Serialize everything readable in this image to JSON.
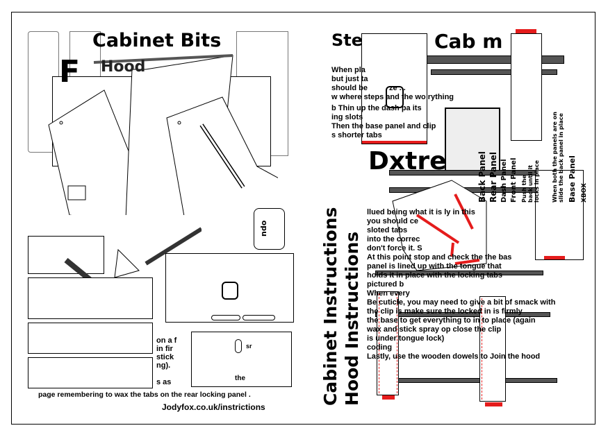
{
  "left_page": {
    "title": "Cabinet Bits",
    "subtitle_overlap": "Hood",
    "heading_letter": "F",
    "logo_text": "ndo",
    "fragments": [
      "on a f",
      "in fir",
      "stick",
      "ng).",
      "s as",
      "sr",
      "the"
    ],
    "bottom_line": "page remembering to wax the tabs on the rear locking panel .",
    "url": "Jodyfox.co.uk/instrictions"
  },
  "right_page": {
    "title_left": "Ste",
    "title_right": "Cab m",
    "intro": [
      "When pla",
      "but just ta",
      "should be",
      "ze ..."
    ],
    "intro_tail": "w where steps and the wo    rything",
    "step_dash": "b Thin up the dash pa    its",
    "step_dash2": "ing slots",
    "step_base": "Then the base panel and clip",
    "shorter_tabs": "s shorter tabs",
    "side_note": "When both the panels are on slide the back panel in place",
    "rotated_note": "Push the back until it locks in place",
    "labels": {
      "back_panel": "Back Panel",
      "rear_panel": "Rear Panel",
      "base_panel": "Base Panel",
      "dash_panel": "Dash Panel",
      "front_panel": "Front Panel",
      "xbox": "XBOX"
    },
    "vertical_titles": [
      "Cabinet Instructions",
      "Hood Instructions"
    ],
    "body": [
      "llued being what it is      ly in this",
      "you should ce",
      "sloted tabs",
      "into the correc",
      "don't force it. S",
      "At this point stop and check the the bas",
      "panel is lined up with the tongue that",
      "holds it in place with the locking tabs",
      "pictured b",
      "When every",
      "Be cuticle,      you may need to give a bit of smack with",
      "the clip is      make sure the locked in is firmly",
      "the base     to get everything to in to place (again",
      "wax and       stick spray op       close the clip",
      "is under tongue lock)",
      "coding",
      "Lastly, use the wooden dowels to Join       the hood"
    ],
    "big_overlay": "Dxtre"
  },
  "colors": {
    "accent": "#e51c1c",
    "line": "#000000",
    "grey": "#777777"
  }
}
